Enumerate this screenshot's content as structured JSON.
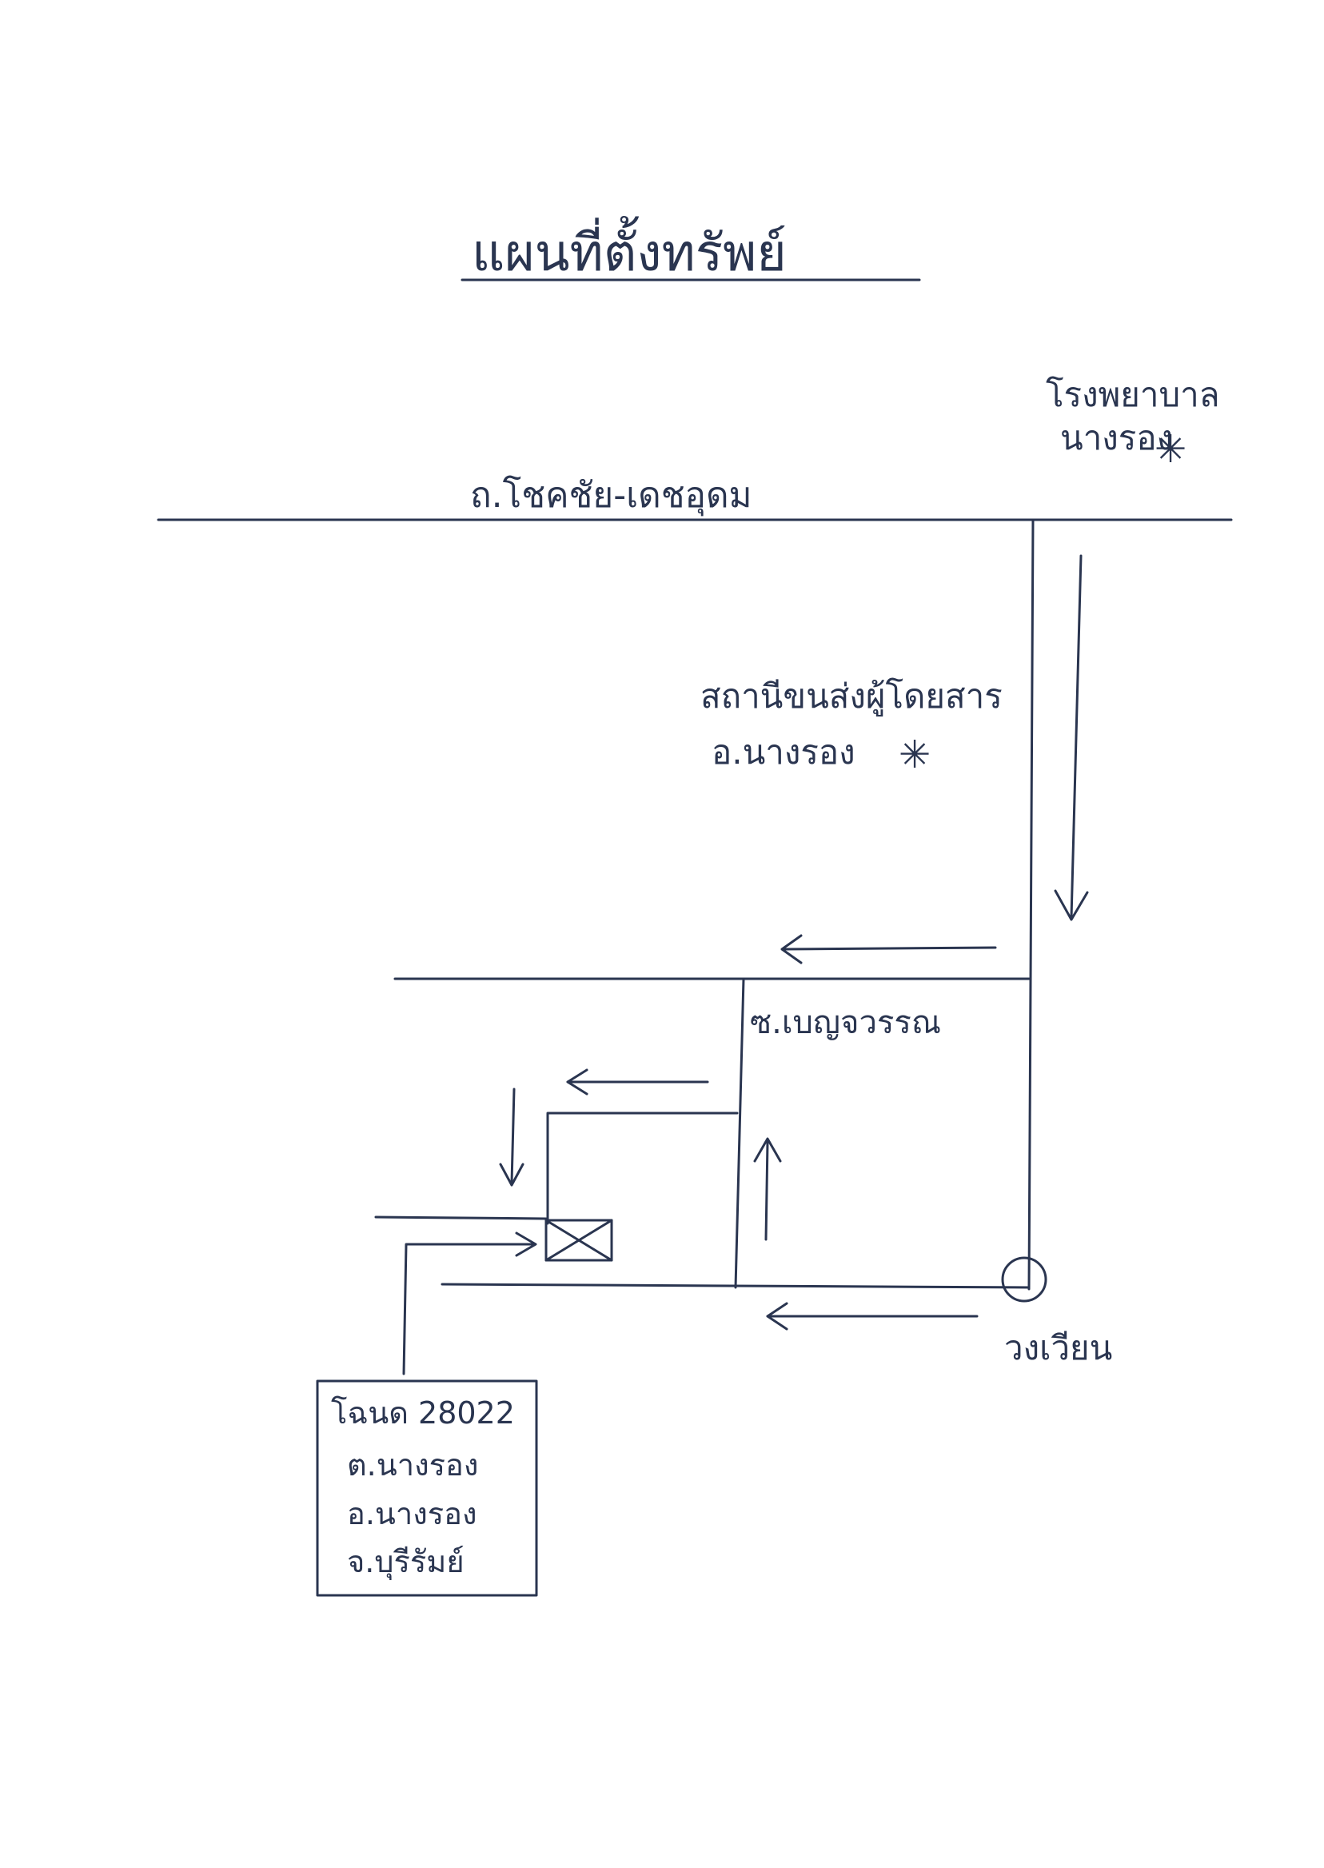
{
  "title": "แผนที่ตั้งทรัพย์",
  "labels": {
    "main_road": "ถ.โชคชัย-เดชอุดม",
    "hospital_line1": "โรงพยาบาล",
    "hospital_line2": "นางรอง",
    "bus_station_line1": "สถานีขนส่งผู้โดยสาร",
    "bus_station_line2": "อ.นางรอง",
    "soi": "ซ.เบญจวรรณ",
    "roundabout": "วงเวียน"
  },
  "deed": {
    "line1": "โฉนด 28022",
    "line2": "ต.นางรอง",
    "line3": "อ.นางรอง",
    "line4": "จ.บุรีรัมย์"
  },
  "marker_glyph": "✳",
  "colors": {
    "ink": "#2a3550",
    "paper": "#ffffff"
  }
}
